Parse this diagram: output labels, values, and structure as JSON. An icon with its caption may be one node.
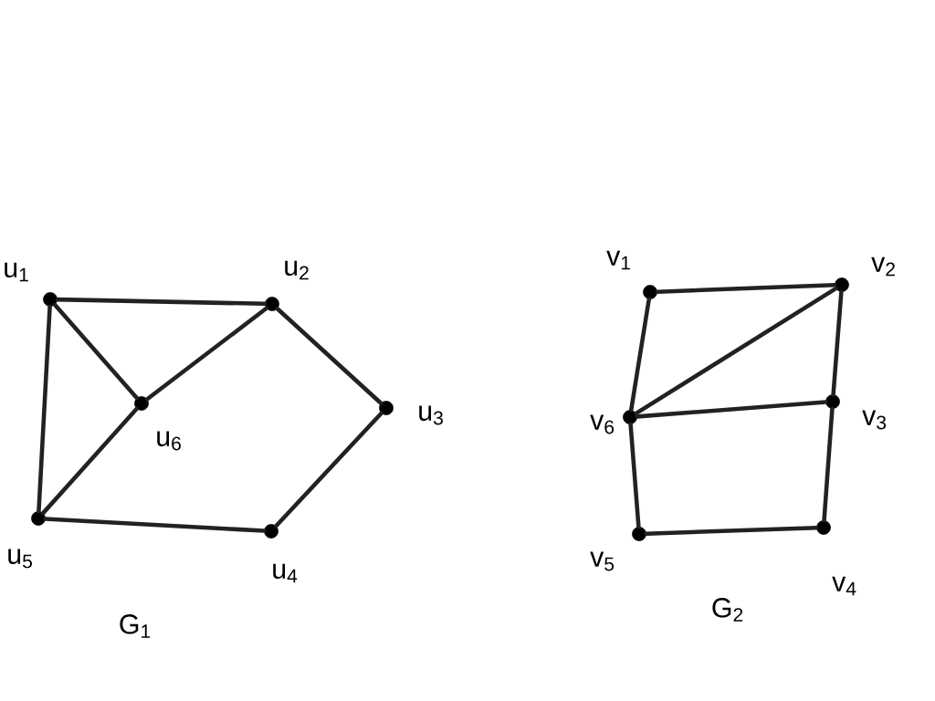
{
  "diagram": {
    "nodes": [
      {
        "text": [],
        "shape": "circle",
        "beside": [
          "u$_{1}$"
        ]
      },
      {
        "text": [],
        "shape": "circle",
        "beside": [
          "u$_{2}$"
        ]
      },
      {
        "text": [],
        "shape": "circle",
        "beside": [
          "u$_{3}$"
        ]
      },
      {
        "text": [],
        "shape": "circle",
        "beside": [
          "u$_{4}$"
        ]
      },
      {
        "text": [],
        "shape": "circle",
        "beside": [
          "u$_{5}$"
        ]
      },
      {
        "text": [],
        "shape": "circle",
        "beside": [
          "u$_{6}$"
        ]
      },
      {
        "text": [],
        "shape": "circle",
        "beside": [
          "v$_{1}$"
        ]
      },
      {
        "text": [],
        "shape": "circle",
        "beside": [
          "v$_{2}$"
        ]
      },
      {
        "text": [],
        "shape": "circle",
        "beside": [
          "v$_{3}$"
        ]
      },
      {
        "text": [],
        "shape": "circle",
        "beside": [
          "v$_{4}$"
        ]
      },
      {
        "text": [],
        "shape": "circle",
        "beside": [
          "v$_{5}$"
        ]
      },
      {
        "text": [],
        "shape": "circle",
        "beside": [
          "v$_{6}$"
        ]
      }
    ],
    "edges": [
      {
        "from": 0,
        "to": 1,
        "arrow": "none"
      },
      {
        "from": 0,
        "to": 5,
        "arrow": "none"
      },
      {
        "from": 0,
        "to": 4,
        "arrow": "none"
      },
      {
        "from": 1,
        "to": 5,
        "arrow": "none"
      },
      {
        "from": 5,
        "to": 4,
        "arrow": "none"
      },
      {
        "from": 1,
        "to": 2,
        "arrow": "none"
      },
      {
        "from": 2,
        "to": 3,
        "arrow": "none"
      },
      {
        "from": 3,
        "to": 4,
        "arrow": "none"
      },
      {
        "from": 6,
        "to": 7,
        "arrow": "none"
      },
      {
        "from": 6,
        "to": 11,
        "arrow": "none"
      },
      {
        "from": 7,
        "to": 11,
        "arrow": "none"
      },
      {
        "from": 7,
        "to": 8,
        "arrow": "none"
      },
      {
        "from": 11,
        "to": 8,
        "arrow": "none"
      },
      {
        "from": 11,
        "to": 10,
        "arrow": "none"
      },
      {
        "from": 8,
        "to": 9,
        "arrow": "none"
      },
      {
        "from": 10,
        "to": 9,
        "arrow": "none"
      }
    ],
    "labels": [
      "G$_{1}$",
      "G$_{2}$"
    ]
  }
}
